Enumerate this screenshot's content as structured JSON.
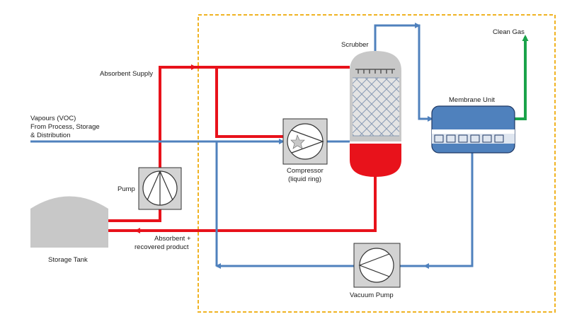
{
  "labels": {
    "absorbent_supply": "Absorbent Supply",
    "vapours_line1": "Vapours (VOC)",
    "vapours_line2": "From Process, Storage",
    "vapours_line3": "& Distribution",
    "pump": "Pump",
    "storage_tank": "Storage Tank",
    "absorbent_return_line1": "Absorbent +",
    "absorbent_return_line2": "recovered product",
    "compressor_line1": "Compressor",
    "compressor_line2": "(liquid ring)",
    "scrubber": "Scrubber",
    "membrane_unit": "Membrane Unit",
    "clean_gas": "Clean Gas",
    "vacuum_pump": "Vacuum Pump"
  },
  "colors": {
    "liquid": "#e8121b",
    "gas": "#4f81bd",
    "clean_gas": "#1aa34a",
    "boundary": "#f0b323",
    "equipment": "#c8c8c8"
  }
}
